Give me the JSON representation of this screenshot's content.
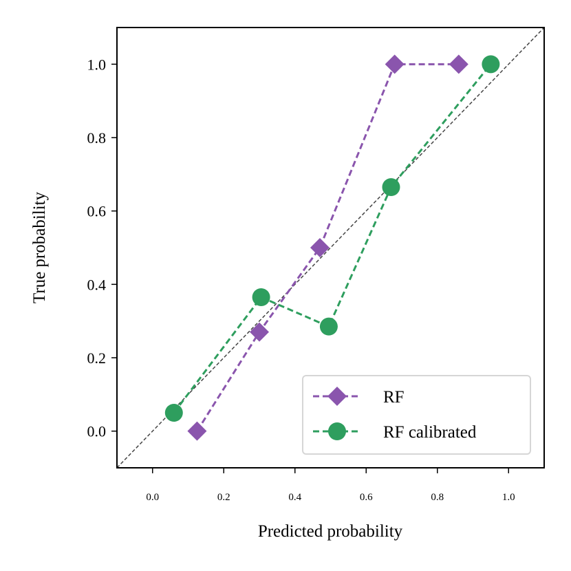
{
  "chart_data": {
    "type": "line",
    "title": "",
    "xlabel": "Predicted probability",
    "ylabel": "True probability",
    "xlim": [
      -0.1,
      1.1
    ],
    "ylim": [
      -0.1,
      1.1
    ],
    "xticks": [
      0.0,
      0.2,
      0.4,
      0.6,
      0.8,
      1.0
    ],
    "yticks": [
      0.0,
      0.2,
      0.4,
      0.6,
      0.8,
      1.0
    ],
    "xtick_labels": [
      "0.0",
      "0.2",
      "0.4",
      "0.6",
      "0.8",
      "1.0"
    ],
    "ytick_labels": [
      "0.0",
      "0.2",
      "0.4",
      "0.6",
      "0.8",
      "1.0"
    ],
    "grid": false,
    "legend_position": "lower-right",
    "reference_line": {
      "style": "dashed",
      "color": "#444444",
      "x": [
        -0.1,
        1.1
      ],
      "y": [
        -0.1,
        1.1
      ]
    },
    "series": [
      {
        "name": "RF",
        "color": "#8a55ad",
        "marker": "diamond",
        "line_style": "dashed",
        "x": [
          0.125,
          0.3,
          0.47,
          0.68,
          0.86
        ],
        "y": [
          0.0,
          0.27,
          0.5,
          1.0,
          1.0
        ]
      },
      {
        "name": "RF calibrated",
        "color": "#2e9e5e",
        "marker": "circle",
        "line_style": "dashed",
        "x": [
          0.06,
          0.305,
          0.495,
          0.67,
          0.95
        ],
        "y": [
          0.05,
          0.365,
          0.285,
          0.665,
          1.0
        ]
      }
    ]
  }
}
